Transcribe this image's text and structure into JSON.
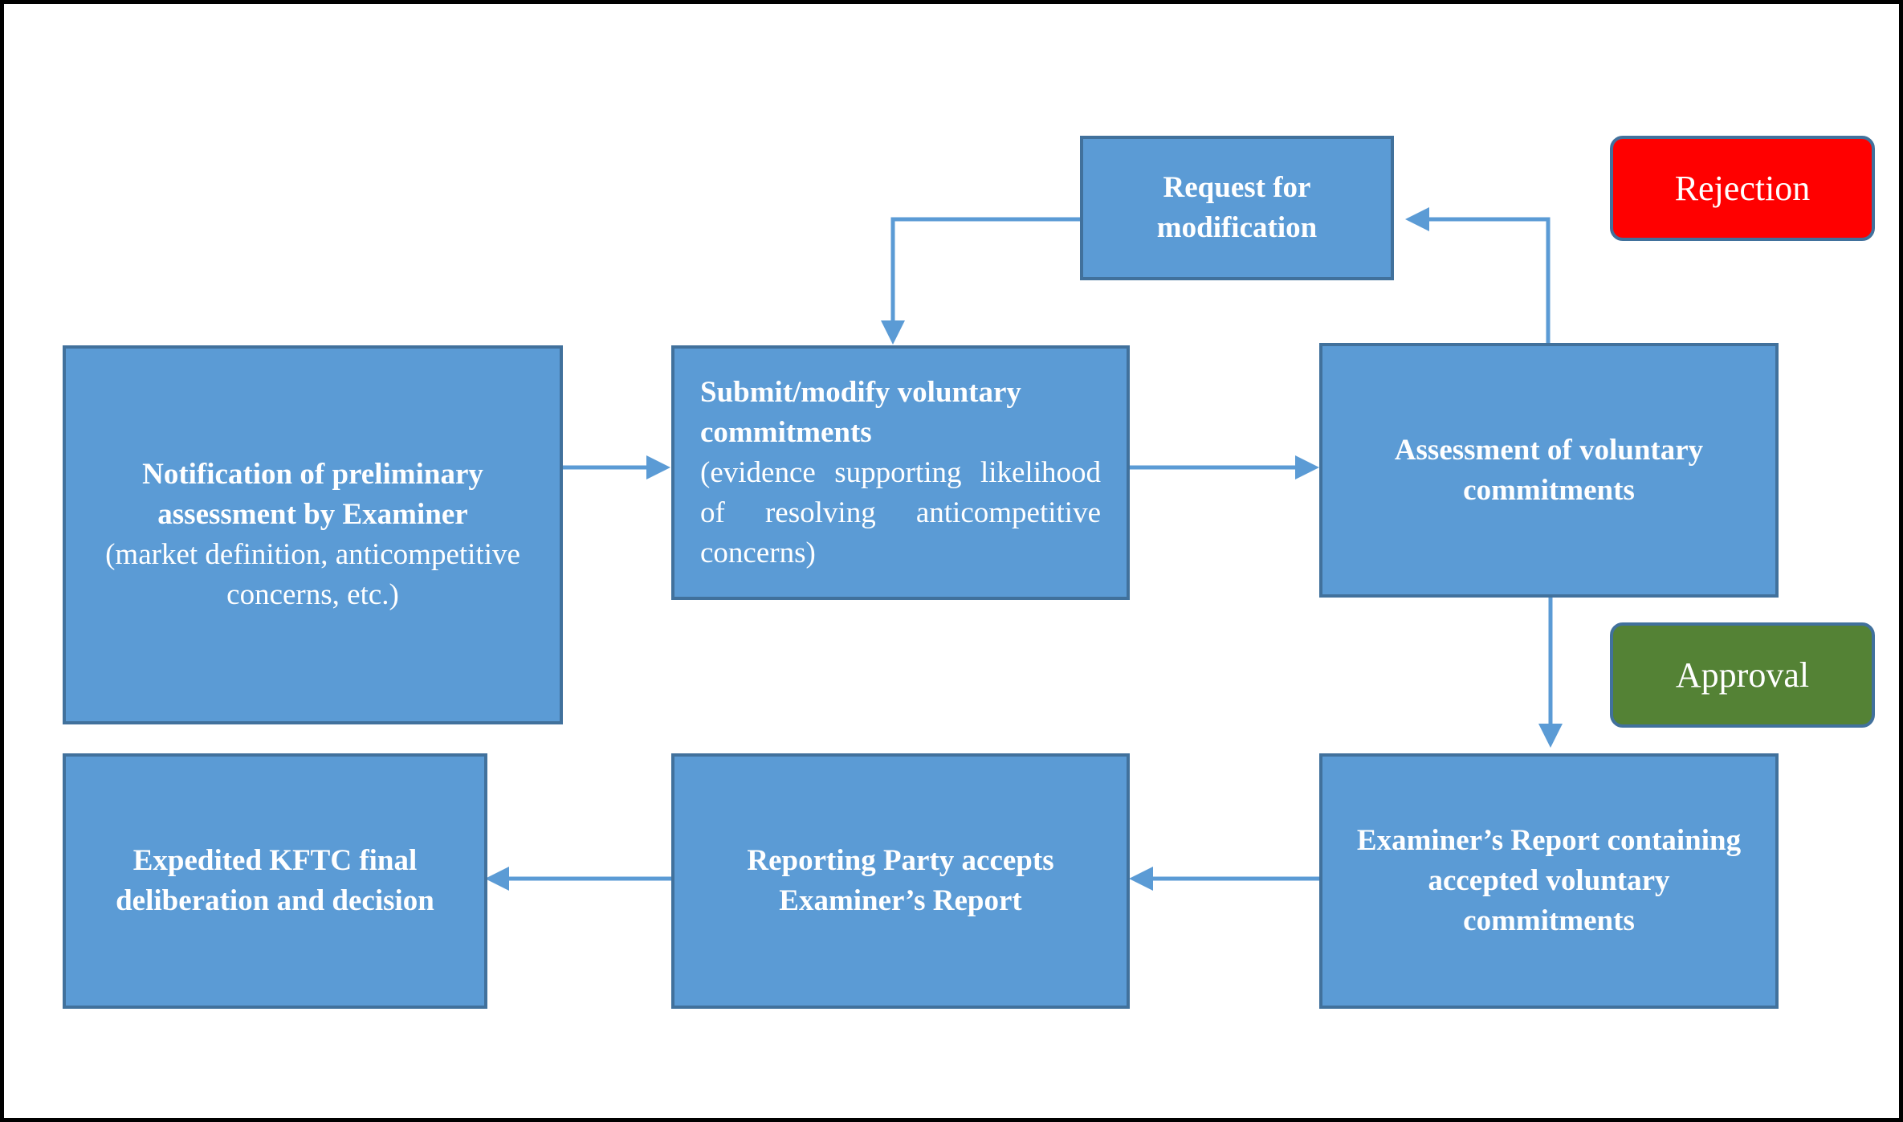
{
  "boxes": {
    "notification": {
      "title": "Notification of preliminary assessment by Examiner",
      "detail": "(market definition, anticompetitive concerns, etc.)"
    },
    "submit": {
      "title": "Submit/modify voluntary commitments",
      "detail": "(evidence supporting likelihood of resolving anticompetitive concerns)"
    },
    "assessment": {
      "title": "Assessment of voluntary commitments"
    },
    "request": {
      "title": "Request for modification"
    },
    "examiner_report": {
      "title": "Examiner’s Report containing accepted voluntary commitments"
    },
    "reporting_party": {
      "title": "Reporting Party accepts Examiner’s Report"
    },
    "expedited": {
      "title": "Expedited KFTC final deliberation and decision"
    }
  },
  "outcomes": {
    "rejection": "Rejection",
    "approval": "Approval"
  },
  "colors": {
    "box_fill": "#5b9bd5",
    "box_border": "#41719c",
    "rejection": "#ff0000",
    "approval": "#548235",
    "arrow": "#5b9bd5"
  }
}
